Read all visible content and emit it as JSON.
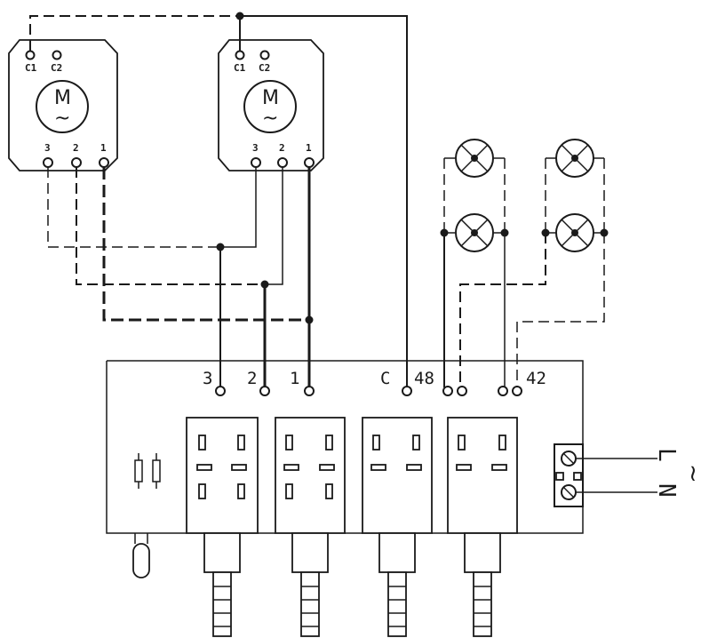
{
  "motors": [
    {
      "capacitor_labels": [
        "C1",
        "C2"
      ],
      "speed_labels": [
        "3",
        "2",
        "1"
      ],
      "symbol": "M",
      "ac_symbol": "~"
    },
    {
      "capacitor_labels": [
        "C1",
        "C2"
      ],
      "speed_labels": [
        "3",
        "2",
        "1"
      ],
      "symbol": "M",
      "ac_symbol": "~"
    }
  ],
  "panel": {
    "terminal_labels": [
      "3",
      "2",
      "1",
      "C",
      "48",
      "42"
    ]
  },
  "mains": {
    "line_label": "L",
    "neutral_label": "N",
    "ac_symbol": "~"
  }
}
